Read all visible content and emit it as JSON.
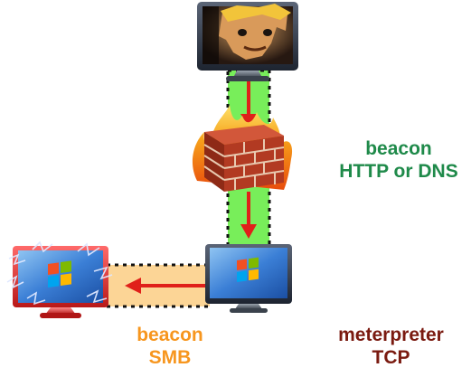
{
  "colors": {
    "http_channel_fill": "#78ee5a",
    "smb_channel_fill": "#fcd596",
    "arrow": "#e0201a",
    "http_text": "#1f8a4a",
    "smb_text": "#f7961e",
    "tcp_text": "#7a1a10",
    "compromised_monitor_frame": "#e02a2a",
    "monitor_frame": "#2e3848",
    "screen_blue": "#3b7fd6",
    "brick": "#b23a22",
    "flame": "#f4a21a"
  },
  "labels": {
    "http": {
      "line1": "beacon",
      "line2": "HTTP or DNS"
    },
    "smb": {
      "line1": "beacon",
      "line2": "SMB"
    },
    "tcp": {
      "line1": "meterpreter",
      "line2": "TCP"
    }
  },
  "icons": {
    "top_monitor": "attacker-monitor-icon",
    "firewall": "firewall-icon",
    "middle_monitor": "windows-monitor-icon",
    "left_monitor": "compromised-windows-monitor-icon"
  }
}
